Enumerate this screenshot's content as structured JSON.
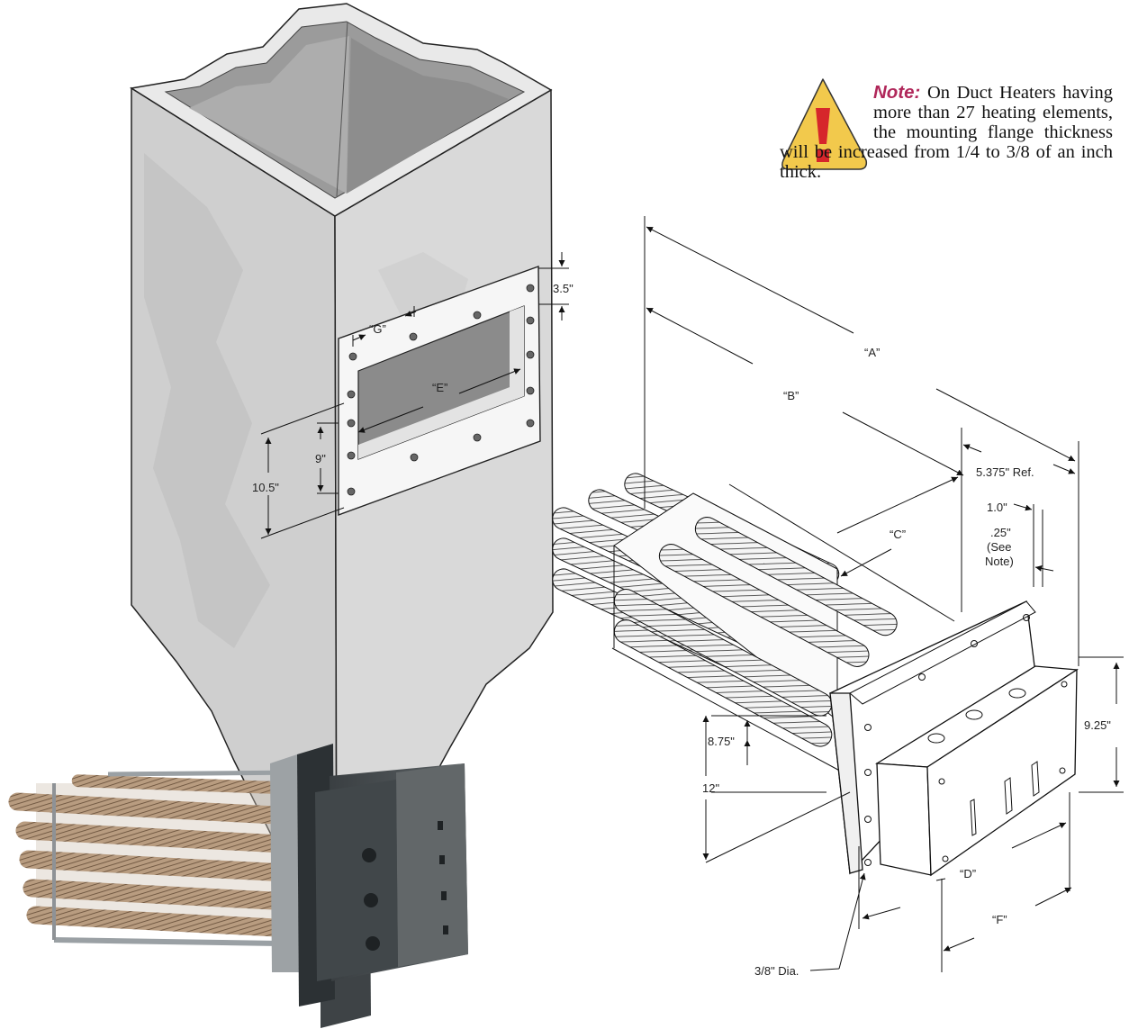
{
  "note": {
    "label": "Note:",
    "text": "On Duct Heaters having more than 27 heating elements, the mounting flange thickness will be increased from 1/4 to 3/8 of an inch thick."
  },
  "duct_dimensions": {
    "g": "“G”",
    "e": "“E”",
    "d35": "3.5\"",
    "d9": "9\"",
    "d105": "10.5\""
  },
  "heater_dimensions": {
    "a": "“A”",
    "b": "“B”",
    "c": "“C”",
    "d": "“D”",
    "f": "“F”",
    "ref": "5.375\" Ref.",
    "d10": "1.0\"",
    "d25": ".25\"",
    "see1": "(See",
    "see2": "Note)",
    "d925": "9.25\"",
    "d875": "8.75\"",
    "d12": "12\"",
    "dia": "3/8\" Dia."
  },
  "colors": {
    "warning_triangle": "#f2c94c",
    "warning_mark": "#d6262b",
    "note_label": "#b0275a",
    "duct_fill": "#c9c9c9"
  }
}
